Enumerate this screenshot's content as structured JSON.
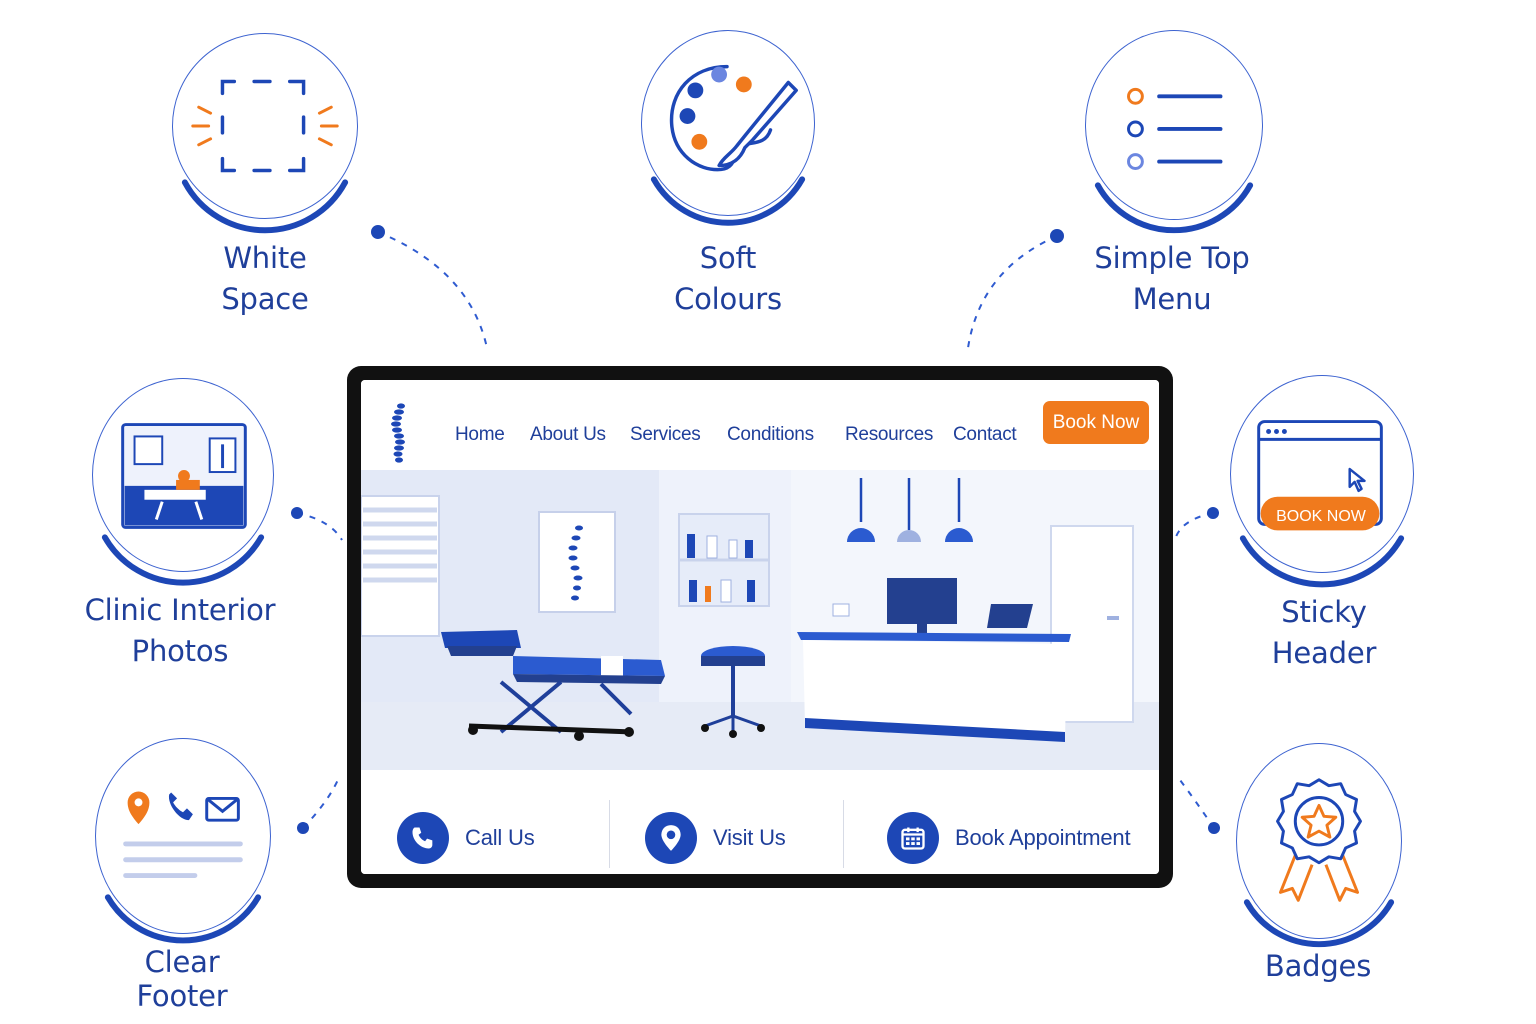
{
  "features": {
    "white_space": "White\nSpace",
    "soft_colours": "Soft\nColours",
    "simple_top_menu": "Simple Top\nMenu",
    "clinic_interior_photos": "Clinic Interior\nPhotos",
    "sticky_header": "Sticky\nHeader",
    "clear_footer": "Clear\nFooter",
    "badges": "Badges",
    "sticky_header_button": "BOOK NOW"
  },
  "site": {
    "nav": [
      "Home",
      "About Us",
      "Services",
      "Conditions",
      "Resources",
      "Contact"
    ],
    "book_now": "Book Now",
    "contact": [
      "Call Us",
      "Visit Us",
      "Book Appointment"
    ]
  },
  "colors": {
    "primary_blue": "#1d47b6",
    "accent_orange": "#f07a1d",
    "light_blue": "#e8eefc"
  }
}
